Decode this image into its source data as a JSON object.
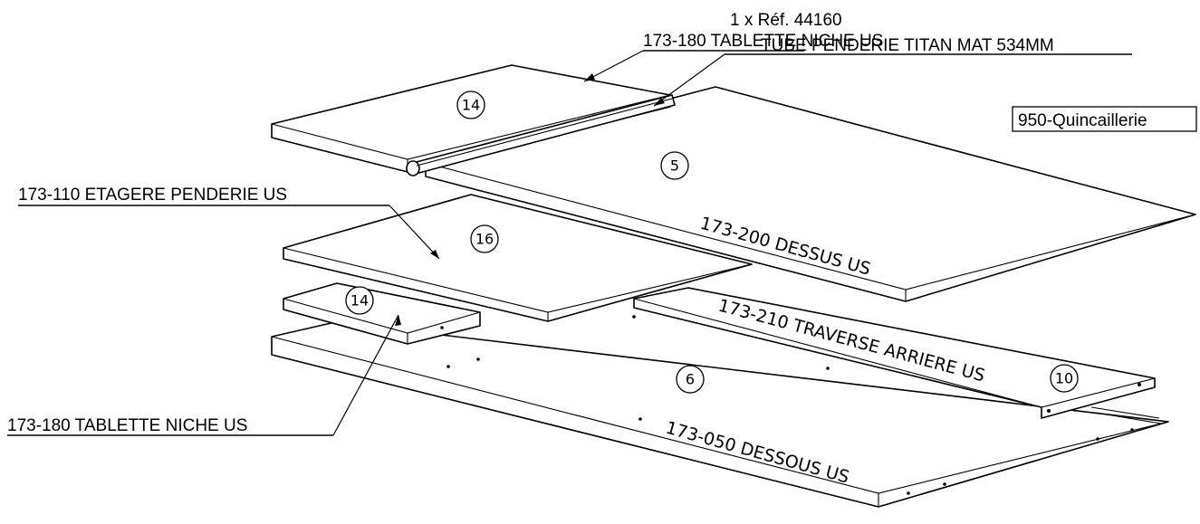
{
  "labels": {
    "ref_line1": "1 x Réf. 44160",
    "ref_line2": "TUBE PENDERIE TITAN MAT 534MM",
    "tablette_top": "173-180 TABLETTE NICHE US",
    "quincaillerie": "950-Quincaillerie",
    "etagere": "173-110 ETAGERE PENDERIE US",
    "tablette_bottom": "173-180 TABLETTE NICHE US"
  },
  "engraved": {
    "dessus": "173-200 DESSUS US",
    "traverse": "173-210 TRAVERSE ARRIERE US",
    "dessous": "173-050 DESSOUS US"
  },
  "balloons": {
    "b14_top": "14",
    "b5": "5",
    "b16": "16",
    "b14_bottom": "14",
    "b6": "6",
    "b10": "10"
  }
}
